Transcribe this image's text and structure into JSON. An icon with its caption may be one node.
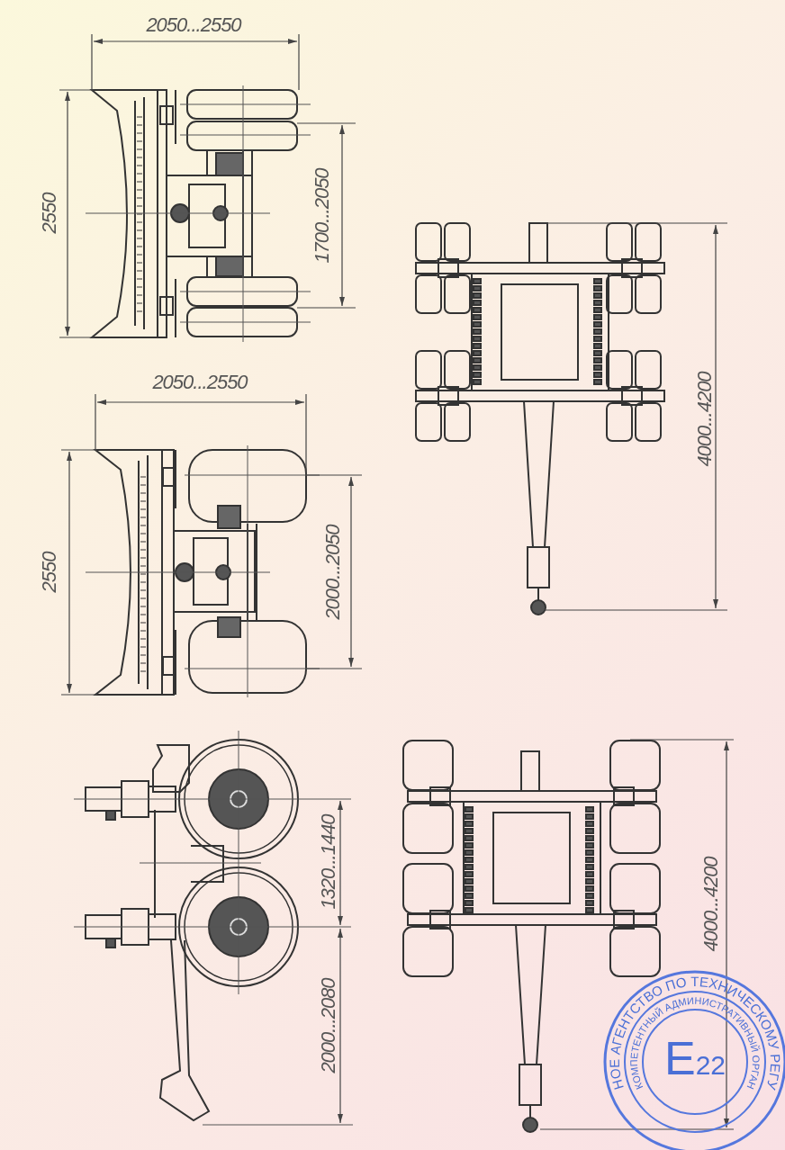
{
  "diagram": {
    "labels": [
      "2050...2550",
      "2550",
      "1700...2050",
      "4000...4200",
      "2050...2550",
      "2550",
      "2000...2050",
      "1320...1440",
      "4000...4200",
      "2000...2080",
      "НОЕ АГЕНТСТВО ПО ТЕХНИЧЕСКОМУ РЕГУ",
      "КОМПЕТЕНТНЫЙ АДМИНИСТРАТИВНЫЙ ОРГАН",
      "E$_{22}$"
    ]
  }
}
